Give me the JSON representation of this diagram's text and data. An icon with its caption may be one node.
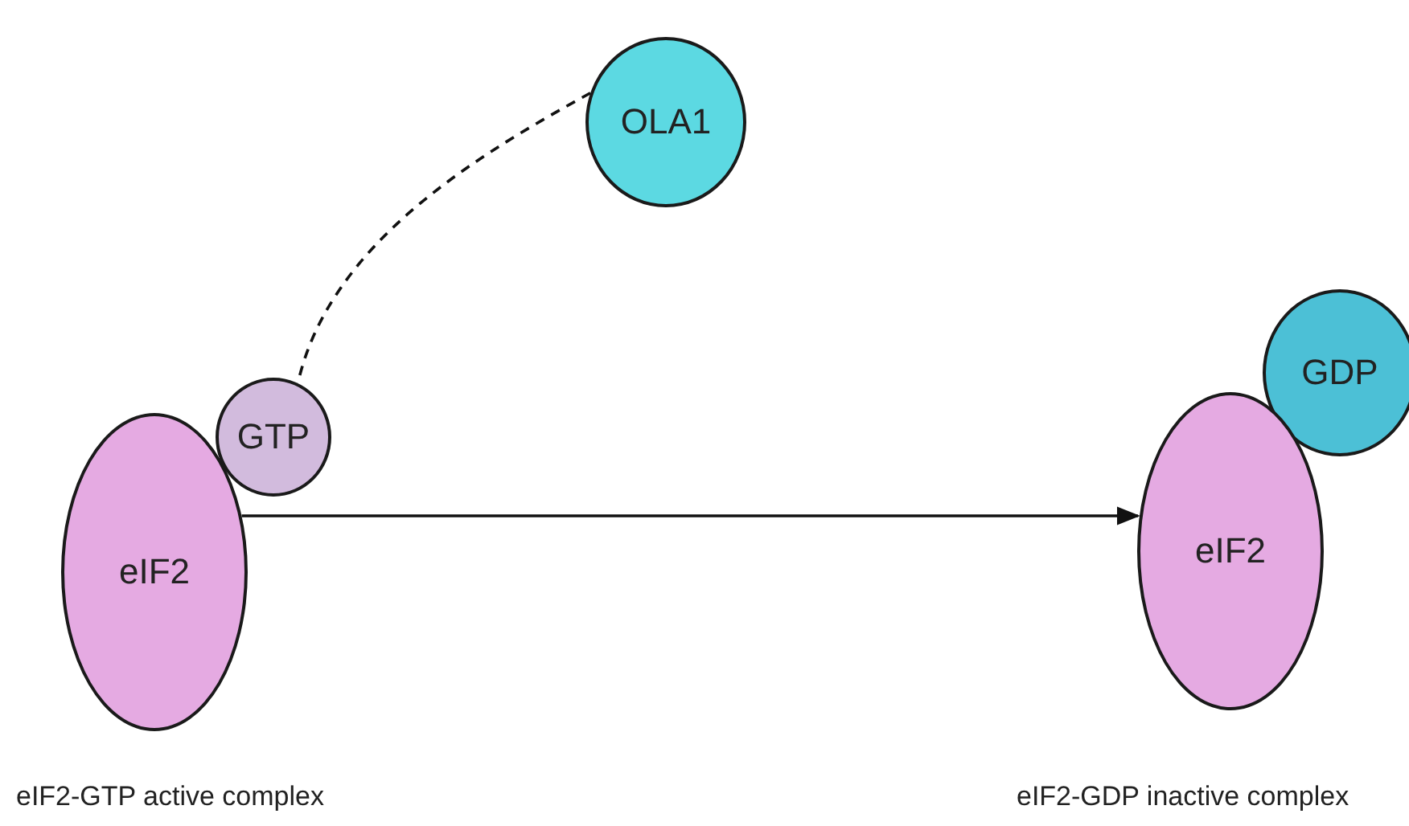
{
  "diagram": {
    "nodes": [
      {
        "text": [
          "OLA1"
        ]
      },
      {
        "text": [
          "GTP"
        ]
      },
      {
        "text": [
          "eIF2"
        ],
        "beside": [
          "eIF2-GTP active complex"
        ]
      },
      {
        "text": [
          "eIF2"
        ],
        "beside": [
          "eIF2-GDP inactive complex"
        ]
      },
      {
        "text": [
          "GDP"
        ]
      }
    ],
    "edges": [
      {
        "from": 0,
        "to": 1,
        "arrow": "none",
        "style": "dashed"
      },
      {
        "from": 2,
        "to": 3,
        "arrow": "to"
      }
    ]
  }
}
